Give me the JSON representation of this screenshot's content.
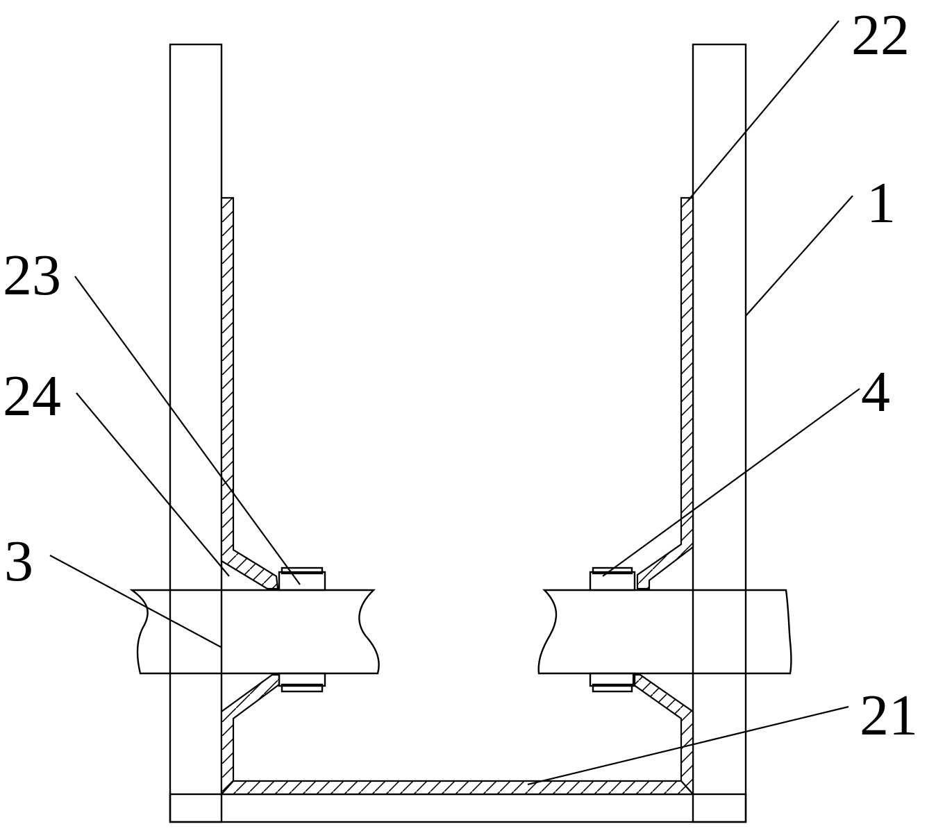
{
  "diagram": {
    "labels": {
      "l22": "22",
      "l1": "1",
      "l23": "23",
      "l24": "24",
      "l4": "4",
      "l3": "3",
      "l21": "21"
    },
    "colors": {
      "ink": "#000000",
      "background": "#ffffff"
    }
  }
}
